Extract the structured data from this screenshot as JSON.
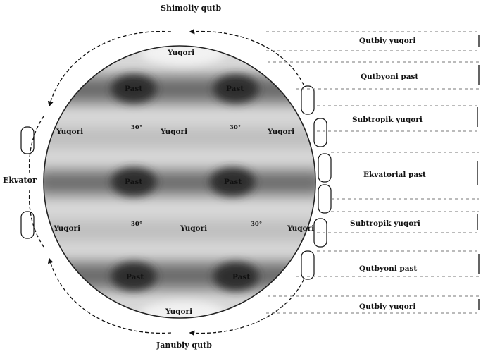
{
  "poles": {
    "north": "Shimoliy qutb",
    "south": "Janubiy qutb"
  },
  "equator_label": "Ekvator",
  "interior": {
    "row1": [
      "Yuqori"
    ],
    "row2": [
      "Past",
      "Past"
    ],
    "row3": [
      "Yuqori",
      "30°",
      "Yuqori",
      "30°",
      "Yuqori"
    ],
    "row4": [
      "Past",
      "Past"
    ],
    "row5": [
      "Yuqori",
      "30°",
      "Yuqori",
      "30°",
      "Yuqori"
    ],
    "row6": [
      "Past",
      "Past"
    ],
    "row7": [
      "Yuqori"
    ]
  },
  "belts": [
    "Qutbiy yuqori",
    "Qutbyoni past",
    "Subtropik yuqori",
    "Ekvatorial past",
    "Subtropik yuqori",
    "Qutbyoni past",
    "Qutbiy yuqori"
  ],
  "colors": {
    "ink": "#111111",
    "low_pressure": "#4a4a4a",
    "high_pressure": "#d8d8d8"
  }
}
